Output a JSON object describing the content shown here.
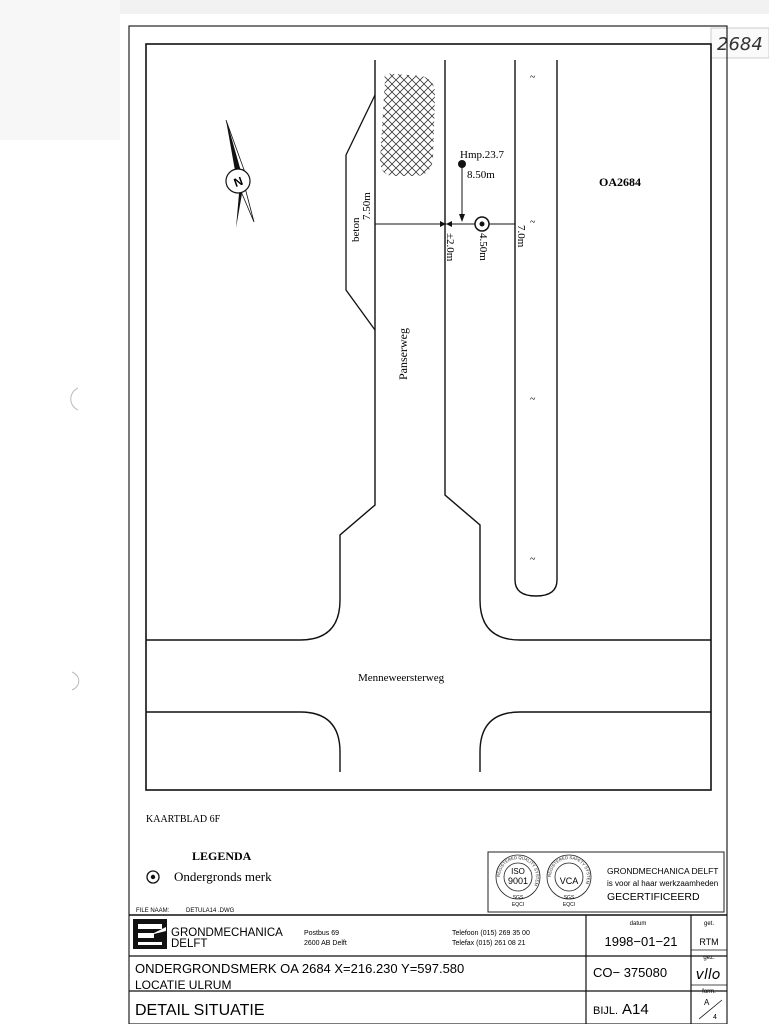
{
  "sheet_number": "2684",
  "map": {
    "point_label": "OA2684",
    "hmp_label": "Hmp.23.7",
    "dist_hmp": "8.50m",
    "dist_beton": "7.50m",
    "beton_label": "beton",
    "dist_pm2": "±2.0m",
    "dist_450": "4.50m",
    "dist_70": "7.0m",
    "road_vertical": "Panserweg",
    "road_horizontal": "Menneweersterweg",
    "north_letter": "N"
  },
  "legend": {
    "kaartblad": "KAARTBLAD 6F",
    "title": "LEGENDA",
    "item": "Ondergronds merk"
  },
  "certification": {
    "iso_label": "ISO",
    "iso_number": "9001",
    "sgs_label": "SGS",
    "eqci_label": "EQCI",
    "vca_label": "VCA",
    "quality_ring": "REGISTERED QUALITY SYSTEM",
    "safety_ring": "REGISTERED SAFETY SYSTEM",
    "text_line1": "GRONDMECHANICA DELFT",
    "text_line2": "is voor al haar werkzaamheden",
    "text_line3": "GECERTIFICEERD"
  },
  "title_block": {
    "file_label": "FILE NAAM:",
    "file_name": "DETULA14 .DWG",
    "company_line1": "GRONDMECHANICA",
    "company_line2": "DELFT",
    "address_line1": "Postbus 69",
    "address_line2": "2600 AB Delft",
    "phone": "Telefoon (015) 269 35 00",
    "fax": "Telefax (015) 261 08 21",
    "datum_label": "datum",
    "datum_value": "1998−01−21",
    "get_label": "get.",
    "get_value": "RTM",
    "gez_label": "gez.",
    "gez_value": "vllo",
    "form_label": "form.",
    "form_value_top": "A",
    "form_value_bottom": "4",
    "subject_line1": "ONDERGRONDSMERK OA 2684   X=216.230 Y=597.580",
    "subject_line2": "LOCATIE ULRUM",
    "co_number": "CO− 375080",
    "drawing_title": "DETAIL SITUATIE",
    "bijl_label": "BIJL.",
    "bijl_value": "A14"
  }
}
